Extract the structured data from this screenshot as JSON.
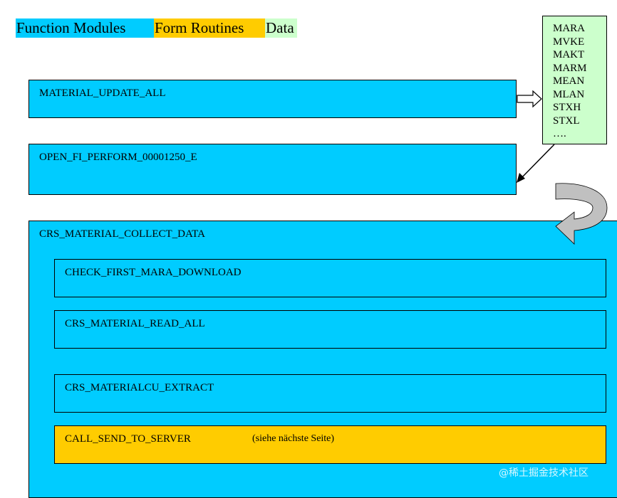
{
  "legend": {
    "function_modules": "Function Modules",
    "form_routines": "Form Routines",
    "data": "Data"
  },
  "data_tables": [
    "MARA",
    "MVKE",
    "MAKT",
    "MARM",
    "MEAN",
    "MLAN",
    "STXH",
    "STXL",
    "…."
  ],
  "modules": {
    "material_update_all": "MATERIAL_UPDATE_ALL",
    "open_fi_perform": "OPEN_FI_PERFORM_00001250_E",
    "crs_material_collect_data": "CRS_MATERIAL_COLLECT_DATA",
    "check_first_mara_download": "CHECK_FIRST_MARA_DOWNLOAD",
    "crs_material_read_all": "CRS_MATERIAL_READ_ALL",
    "crs_materialcu_extract": "CRS_MATERIALCU_EXTRACT"
  },
  "form_routine": {
    "call_send_to_server": "CALL_SEND_TO_SERVER",
    "note": "(siehe nächste Seite)"
  },
  "watermark": "@稀土掘金技术社区",
  "colors": {
    "function_module": "#00ccff",
    "form_routine": "#ffcc00",
    "data": "#ccffcc",
    "curved_arrow": "#c0c0c0"
  }
}
